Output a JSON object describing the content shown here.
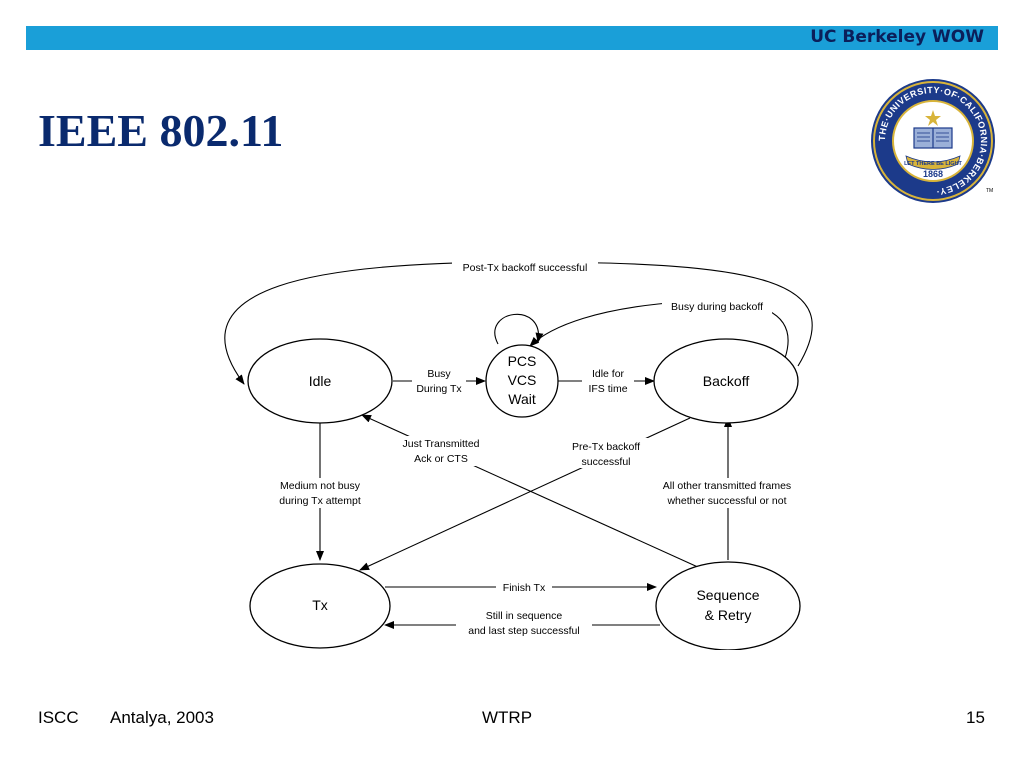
{
  "header": {
    "brand": "UC Berkeley WOW",
    "bar_color": "#1a9fd8"
  },
  "slide": {
    "title": "IEEE 802.11"
  },
  "seal": {
    "ring_text": "THE·UNIVERSITY·OF·CALIFORNIA·BERKELEY·",
    "year": "1868",
    "banner": "LET THERE BE LIGHT",
    "tm": "TM",
    "colors": {
      "navy": "#1c3a8a",
      "gold": "#d8b43a"
    }
  },
  "diagram": {
    "states": {
      "idle": "Idle",
      "wait": [
        "PCS",
        "VCS",
        "Wait"
      ],
      "backoff": "Backoff",
      "tx": "Tx",
      "seq": [
        "Sequence",
        "& Retry"
      ]
    },
    "transitions": {
      "post_tx": "Post-Tx backoff successful",
      "busy_backoff": "Busy during backoff",
      "busy_during_tx": [
        "Busy",
        "During Tx"
      ],
      "idle_ifs": [
        "Idle for",
        "IFS time"
      ],
      "just_transmitted": [
        "Just Transmitted",
        "Ack or CTS"
      ],
      "pre_tx": [
        "Pre-Tx backoff",
        "successful"
      ],
      "medium_not_busy": [
        "Medium not busy",
        "during Tx attempt"
      ],
      "all_other": [
        "All other transmitted frames",
        "whether successful or not"
      ],
      "finish_tx": "Finish Tx",
      "still_in_seq": [
        "Still in sequence",
        "and last step successful"
      ]
    }
  },
  "footer": {
    "left1": "ISCC",
    "left2": "Antalya, 2003",
    "center": "WTRP",
    "page": "15"
  }
}
